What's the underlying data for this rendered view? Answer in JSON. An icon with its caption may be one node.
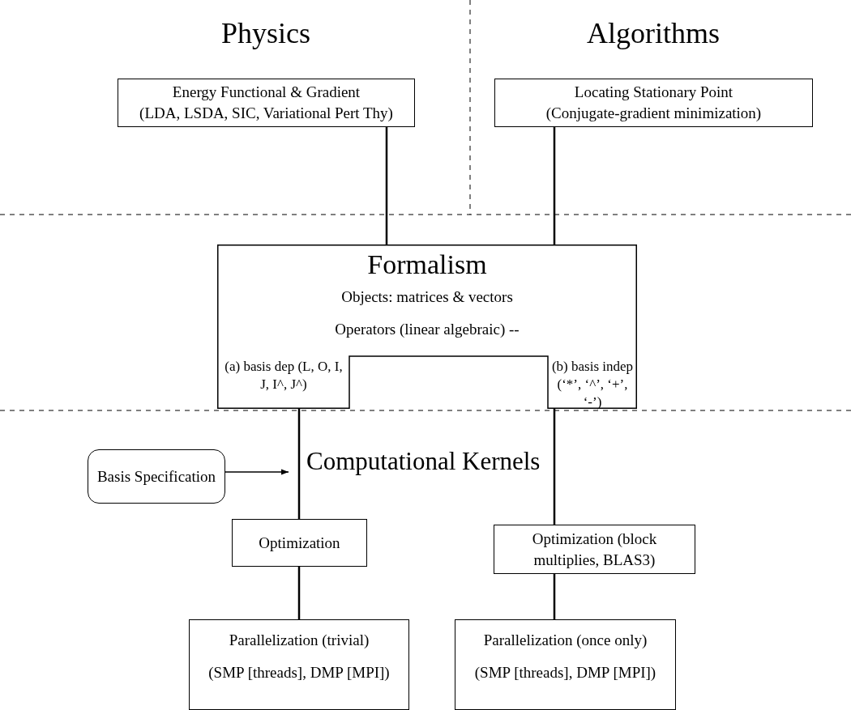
{
  "diagram": {
    "nodes": [
      {
        "text": [
          "Energy Functional & Gradient",
          "(LDA, LSDA, SIC, Variational Pert Thy)"
        ]
      },
      {
        "text": [
          "Locating Stationary Point",
          "(Conjugate-gradient minimization)"
        ]
      },
      {
        "text": [
          "Formalism",
          "Objects: matrices & vectors",
          "Operators (linear algebraic) --",
          "(a) basis dep (L, O, I, J, I^, J^)",
          "(b) basis indep (‘*’, ‘^’, ‘+’, ‘-’)"
        ]
      },
      {
        "text": [
          "Basis Specification"
        ]
      },
      {
        "text": [
          "Optimization"
        ]
      },
      {
        "text": [
          "Optimization (block multiplies, BLAS3)"
        ]
      },
      {
        "text": [
          "Parallelization (trivial)",
          "(SMP [threads], DMP [MPI])"
        ]
      },
      {
        "text": [
          "Parallelization (once only)",
          "(SMP [threads], DMP [MPI])"
        ]
      }
    ],
    "edges": [
      {
        "from": 0,
        "to": 2,
        "arrow": "none"
      },
      {
        "from": 1,
        "to": 2,
        "arrow": "none"
      },
      {
        "from": 2,
        "to": 4,
        "arrow": "none"
      },
      {
        "from": 2,
        "to": 5,
        "arrow": "none"
      },
      {
        "from": 4,
        "to": 6,
        "arrow": "none"
      },
      {
        "from": 5,
        "to": 7,
        "arrow": "none"
      },
      {
        "from": 3,
        "to": null,
        "arrow": "to"
      }
    ],
    "labels": [
      "Physics",
      "Algorithms",
      "Computational Kernels"
    ]
  }
}
